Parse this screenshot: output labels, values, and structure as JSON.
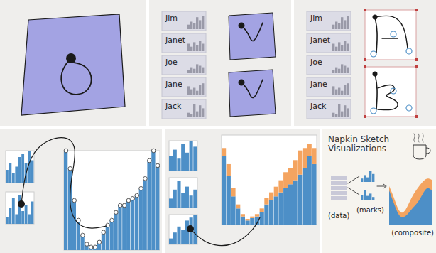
{
  "diagram": {
    "labels": [
      "Jim",
      "Janet",
      "Joe",
      "Jane",
      "Jack",
      "Jim",
      "Janet",
      "Joe",
      "Jane",
      "Jack",
      "Napkin Sketch Visualizations",
      "(data)",
      "(marks)",
      "(composite)"
    ]
  }
}
